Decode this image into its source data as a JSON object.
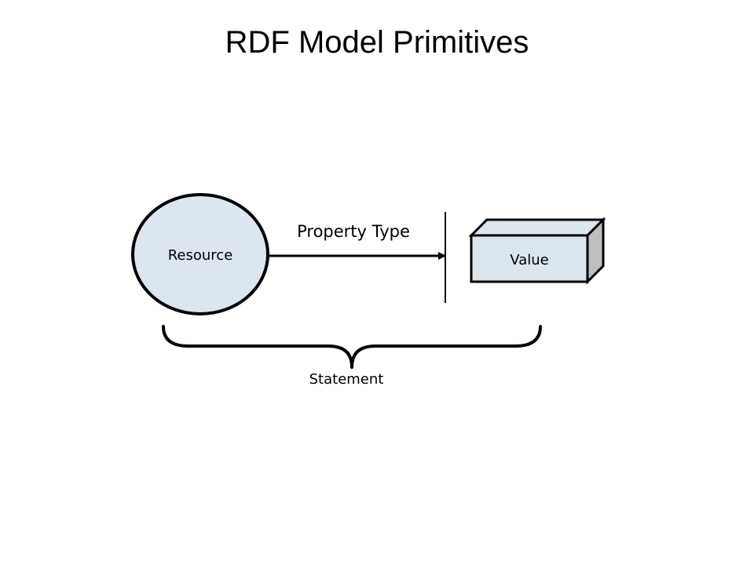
{
  "title": "RDF Model Primitives",
  "diagram": {
    "resource_label": "Resource",
    "property_label": "Property Type",
    "value_label": "Value",
    "statement_label": "Statement"
  },
  "colors": {
    "node_fill": "#dce6f1",
    "box_side": "#bfbfbf",
    "stroke": "#000000"
  }
}
